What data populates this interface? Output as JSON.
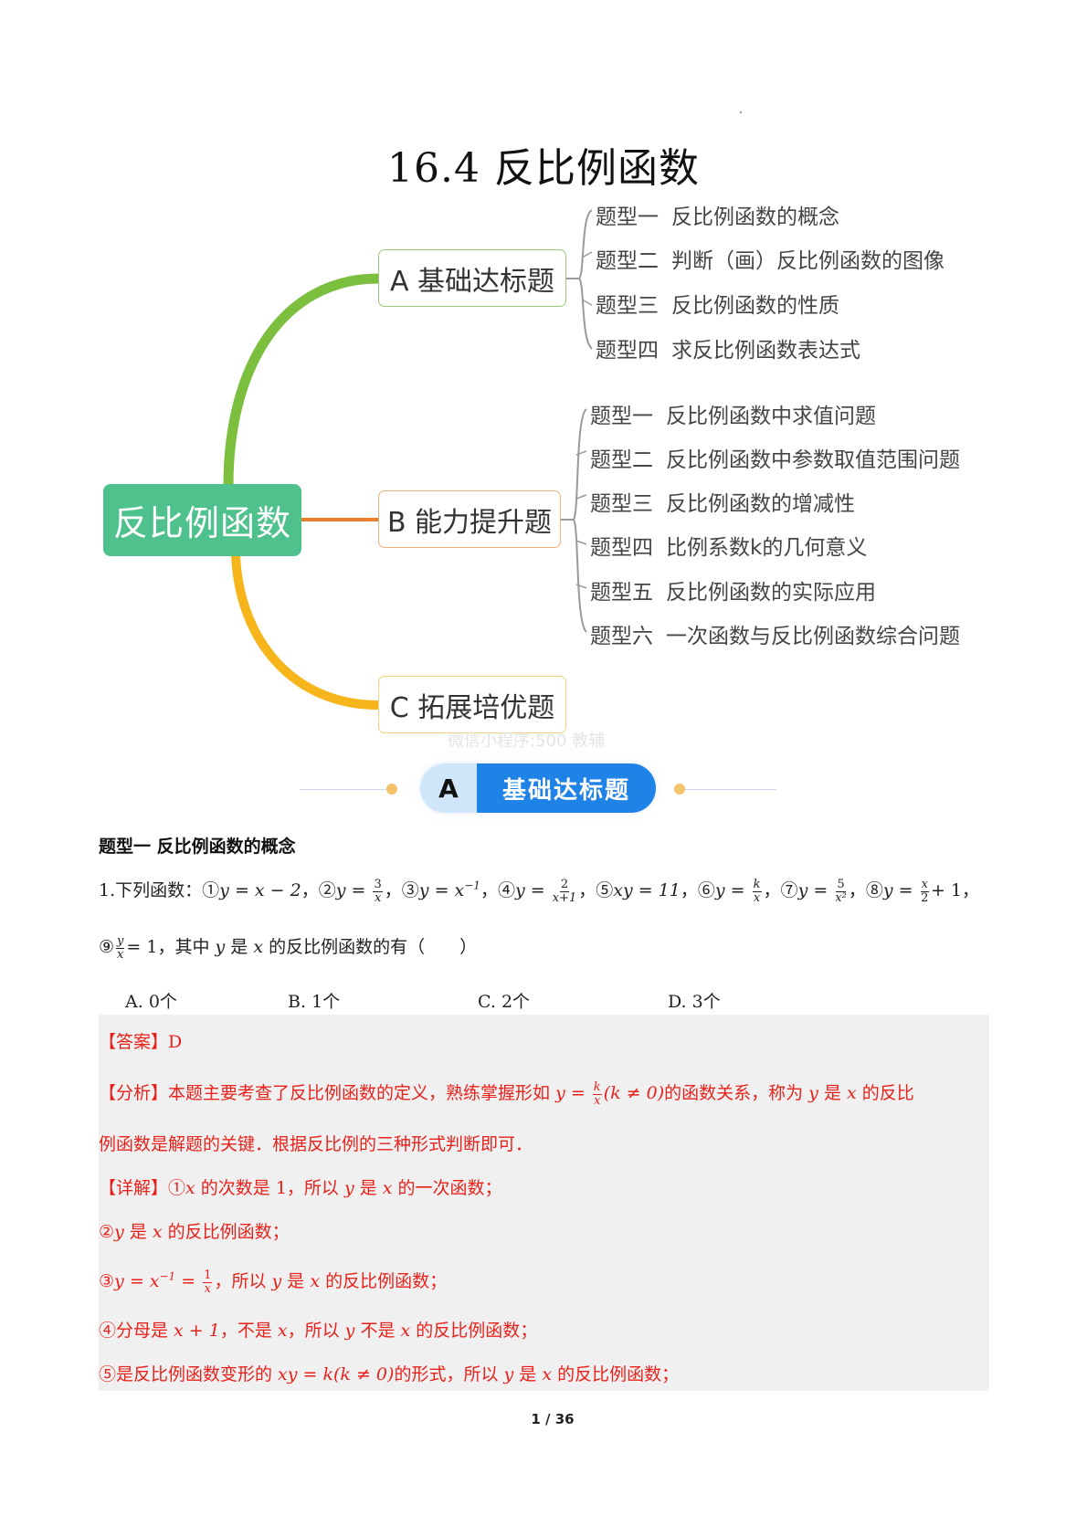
{
  "page": {
    "title": "16.4 反比例函数",
    "page_number": "1 / 36"
  },
  "mindmap": {
    "root": "反比例函数",
    "colors": {
      "root": "#4fc18c",
      "branch_a": "#7cbf3f",
      "branch_b": "#e87e2e",
      "branch_c": "#f5b51b",
      "leaf_bracket": "#999999"
    },
    "branches": [
      {
        "label": "A 基础达标题",
        "items": [
          {
            "tag": "题型一",
            "text": "反比例函数的概念"
          },
          {
            "tag": "题型二",
            "text": "判断（画）反比例函数的图像"
          },
          {
            "tag": "题型三",
            "text": "反比例函数的性质"
          },
          {
            "tag": "题型四",
            "text": "求反比例函数表达式"
          }
        ]
      },
      {
        "label": "B 能力提升题",
        "items": [
          {
            "tag": "题型一",
            "text": "反比例函数中求值问题"
          },
          {
            "tag": "题型二",
            "text": "反比例函数中参数取值范围问题"
          },
          {
            "tag": "题型三",
            "text": "反比例函数的增减性"
          },
          {
            "tag": "题型四",
            "text": "比例系数k的几何意义"
          },
          {
            "tag": "题型五",
            "text": "反比例函数的实际应用"
          },
          {
            "tag": "题型六",
            "text": "一次函数与反比例函数综合问题"
          }
        ]
      },
      {
        "label": "C 拓展培优题",
        "items": []
      }
    ],
    "watermark": "微信小程序:500 教辅"
  },
  "section_banner": {
    "letter": "A",
    "label": "基础达标题",
    "colors": {
      "letter_bg": "#cfe6fb",
      "label_bg": "#1f82e6",
      "dot": "#f5c26b"
    }
  },
  "question": {
    "type_heading": "题型一  反比例函数的概念",
    "number": "1.",
    "intro": "下列函数：",
    "items": {
      "i1": {
        "mark": "①",
        "expr": "y = x − 2"
      },
      "i2": {
        "mark": "②",
        "lhs": "y = ",
        "num": "3",
        "den": "x"
      },
      "i3": {
        "mark": "③",
        "expr": "y = x",
        "sup": "−1"
      },
      "i4": {
        "mark": "④",
        "lhs": "y = ",
        "num": "2",
        "den": "x+1"
      },
      "i5": {
        "mark": "⑤",
        "expr": "xy = 11"
      },
      "i6": {
        "mark": "⑥",
        "lhs": "y = ",
        "num": "k",
        "den": "x"
      },
      "i7": {
        "mark": "⑦",
        "lhs": "y = ",
        "num": "5",
        "den": "x²"
      },
      "i8": {
        "mark": "⑧",
        "lhs": "y = ",
        "num": "x",
        "den": "2",
        "rhs": "+ 1"
      },
      "i9": {
        "mark": "⑨",
        "num": "y",
        "den": "x",
        "rhs": "= 1"
      }
    },
    "sep": "，",
    "stem_tail_1": "其中 ",
    "y": "y",
    "stem_tail_2": " 是 ",
    "x": "x",
    "stem_tail_3": " 的反比例函数的有（　　）",
    "options": [
      {
        "key": "A.",
        "text": "0个"
      },
      {
        "key": "B.",
        "text": "1个"
      },
      {
        "key": "C.",
        "text": "2个"
      },
      {
        "key": "D.",
        "text": "3个"
      }
    ]
  },
  "solution": {
    "answer_label": "【答案】",
    "answer_value": "D",
    "analysis_label": "【分析】",
    "analysis_1": "本题主要考查了反比例函数的定义，熟练掌握形如 ",
    "analysis_formula_lhs": "y = ",
    "analysis_num": "k",
    "analysis_den": "x",
    "analysis_formula_rhs": "(k ≠ 0)",
    "analysis_2": "的函数关系，称为 ",
    "analysis_3": " 是 ",
    "analysis_4": " 的反比",
    "analysis_line2": "例函数是解题的关键．根据反比例的三种形式判断即可．",
    "detail_label": "【详解】",
    "d1_a": "①",
    "d1_b": " 的次数是 1，所以 ",
    "d1_c": " 是 ",
    "d1_d": " 的一次函数；",
    "d2_a": "②",
    "d2_b": " 是 ",
    "d2_c": " 的反比例函数；",
    "d3_a": "③",
    "d3_expr": "y = x",
    "d3_sup": "−1",
    "d3_eq": " = ",
    "d3_num": "1",
    "d3_den": "x",
    "d3_b": "，所以 ",
    "d3_c": " 是 ",
    "d3_d": " 的反比例函数；",
    "d4_a": "④分母是 ",
    "d4_expr": "x + 1",
    "d4_b": "，不是 ",
    "d4_c": "，所以 ",
    "d4_d": " 不是 ",
    "d4_e": " 的反比例函数；",
    "d5_a": "⑤是反比例函数变形的 ",
    "d5_expr": "xy = k(k ≠ 0)",
    "d5_b": "的形式，所以 ",
    "d5_c": " 是 ",
    "d5_d": " 的反比例函数；",
    "colors": {
      "text": "#e8221b",
      "background": "#f0f0f0"
    }
  }
}
